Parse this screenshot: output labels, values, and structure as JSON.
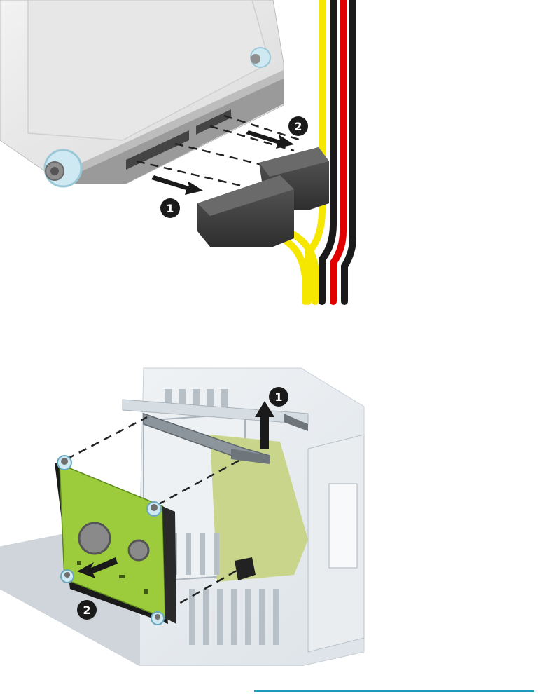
{
  "figure1": {
    "callouts": [
      {
        "id": "1",
        "label": "1"
      },
      {
        "id": "2",
        "label": "2"
      }
    ],
    "icons": [
      "hard-drive-icon",
      "sata-data-connector-icon",
      "sata-power-connector-icon",
      "arrow-icon"
    ],
    "cable_colors": [
      "#f5e700",
      "#1a1a1a",
      "#e00000",
      "#1a1a1a"
    ]
  },
  "figure2": {
    "callouts": [
      {
        "id": "1",
        "label": "1"
      },
      {
        "id": "2",
        "label": "2"
      }
    ],
    "icons": [
      "drive-cage-icon",
      "release-latch-icon",
      "green-circuit-board-drive-icon",
      "arrow-icon"
    ],
    "accent": "#9ccc3c"
  },
  "footer": {
    "rule_color": "#1e9bb7"
  }
}
